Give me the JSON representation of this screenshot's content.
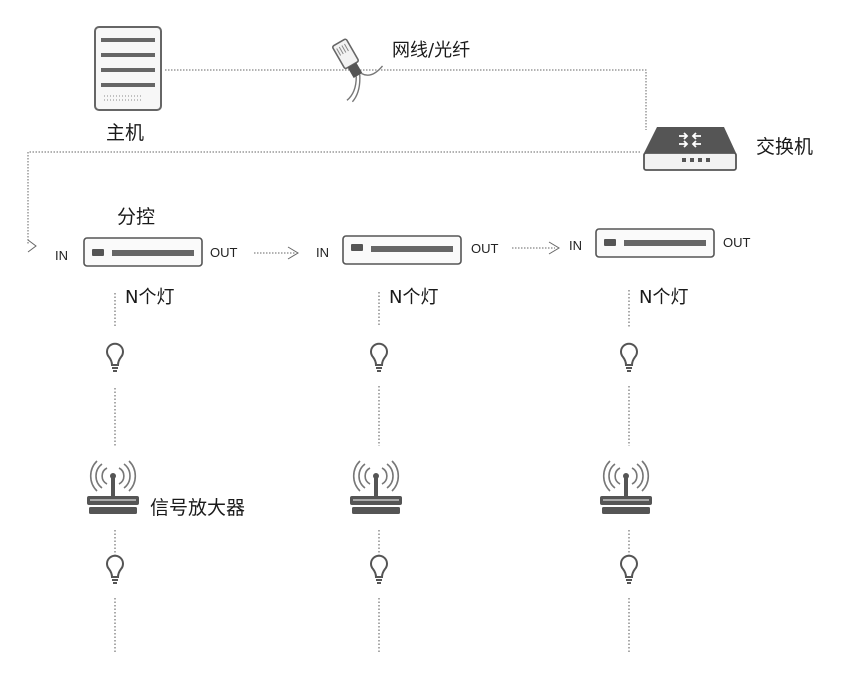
{
  "labels": {
    "host": "主机",
    "cable": "网线/光纤",
    "switch": "交换机",
    "controller": "分控",
    "in": "IN",
    "out": "OUT",
    "lights": "N个灯",
    "repeater": "信号放大器"
  },
  "colors": {
    "device_dark": "#555555",
    "device_light": "#f0f0f0",
    "line": "#666666",
    "text": "#1a1a1a"
  },
  "icons": [
    "server-icon",
    "cable-connector-icon",
    "network-switch-icon",
    "controller-icon",
    "light-bulb-icon",
    "signal-amplifier-icon"
  ]
}
